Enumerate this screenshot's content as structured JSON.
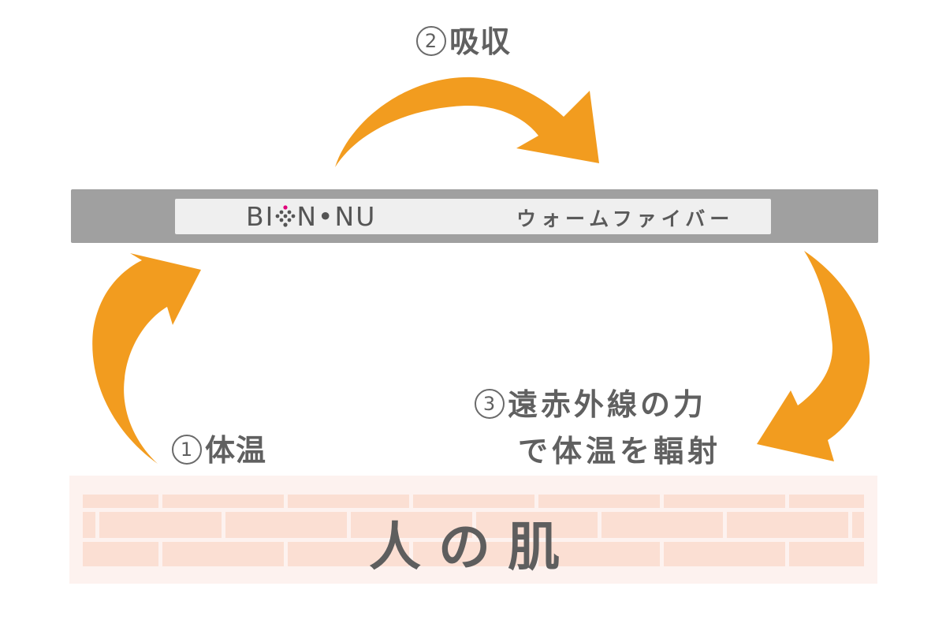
{
  "diagram": {
    "colors": {
      "arrow": "#f29c1f",
      "fiber_bar": "#a0a0a0",
      "fiber_inner": "#efefef",
      "skin_bg": "#fdf2ef",
      "skin_brick": "#fbdfd3",
      "logo_dot_accent": "#e0007a",
      "text": "#606060"
    },
    "steps": [
      {
        "number": "1",
        "label": "体温"
      },
      {
        "number": "2",
        "label": "吸収"
      },
      {
        "number": "3",
        "label_line1": "遠赤外線の力",
        "label_line2": "で体温を輻射"
      }
    ],
    "fiber": {
      "logo_left": "BI",
      "logo_right": "N•NU",
      "name": "ウォームファイバー"
    },
    "skin": {
      "label": "人の肌"
    },
    "arrows": [
      {
        "name": "arrow-skin-to-fiber",
        "direction": "up-right"
      },
      {
        "name": "arrow-absorb",
        "direction": "right"
      },
      {
        "name": "arrow-radiate",
        "direction": "down-left"
      }
    ]
  }
}
